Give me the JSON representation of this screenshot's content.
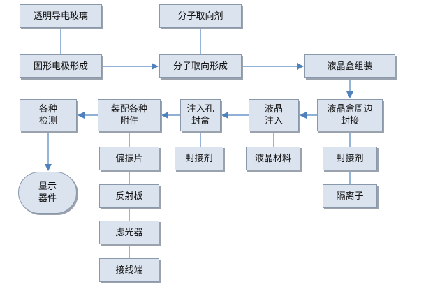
{
  "diagram": {
    "title": "",
    "colors": {
      "node_fill": "#dbe3ee",
      "node_border": "#8a98ac",
      "edge": "#4f81bd"
    },
    "nodes": {
      "transparent_glass": "透明导电玻璃",
      "molecular_agent": "分子取向剂",
      "pattern_electrode": "图形电极形成",
      "molecular_alignment": "分子取向形成",
      "cell_assembly": "液晶盒组装",
      "peripheral_seal": "液晶盒周边\n封接",
      "lc_injection": "液晶\n注入",
      "port_seal": "注入孔\n封盒",
      "attach_parts": "装配各种\n附件",
      "inspection": "各种\n检测",
      "display_device": "显示\n器件",
      "sealant_a": "封接剂",
      "lc_material": "液晶材料",
      "sealant_b": "封接剂",
      "spacer": "隔离子",
      "polarizer": "偏振片",
      "reflector": "反射板",
      "filter": "虑光器",
      "terminal": "接线端"
    },
    "edges": [
      {
        "from": "transparent_glass",
        "to": "pattern_electrode",
        "arrow": false
      },
      {
        "from": "molecular_agent",
        "to": "molecular_alignment",
        "arrow": false
      },
      {
        "from": "pattern_electrode",
        "to": "molecular_alignment",
        "arrow": true
      },
      {
        "from": "molecular_alignment",
        "to": "cell_assembly",
        "arrow": true
      },
      {
        "from": "cell_assembly",
        "to": "peripheral_seal",
        "arrow": true
      },
      {
        "from": "peripheral_seal",
        "to": "lc_injection",
        "arrow": true
      },
      {
        "from": "lc_injection",
        "to": "port_seal",
        "arrow": true
      },
      {
        "from": "port_seal",
        "to": "attach_parts",
        "arrow": true
      },
      {
        "from": "attach_parts",
        "to": "inspection",
        "arrow": true
      },
      {
        "from": "inspection",
        "to": "display_device",
        "arrow": true
      },
      {
        "from": "sealant_a",
        "to": "port_seal",
        "arrow": false
      },
      {
        "from": "lc_material",
        "to": "lc_injection",
        "arrow": false
      },
      {
        "from": "sealant_b",
        "to": "peripheral_seal",
        "arrow": false
      },
      {
        "from": "spacer",
        "to": "sealant_b",
        "arrow": false
      },
      {
        "from": "polarizer",
        "to": "attach_parts",
        "arrow": false
      },
      {
        "from": "reflector",
        "to": "polarizer",
        "arrow": false
      },
      {
        "from": "filter",
        "to": "reflector",
        "arrow": false
      },
      {
        "from": "terminal",
        "to": "filter",
        "arrow": false
      }
    ]
  }
}
